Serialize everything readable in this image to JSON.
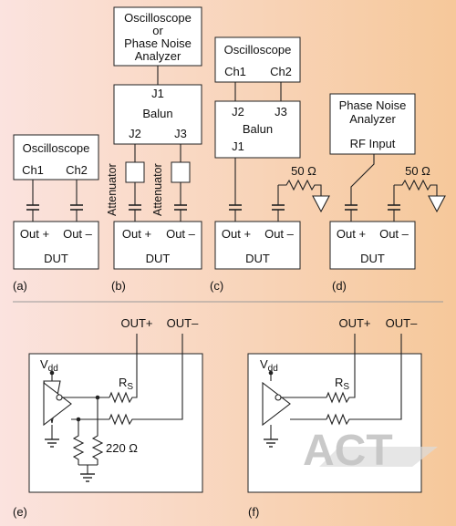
{
  "panels": {
    "a": {
      "label": "(a)",
      "instrument": "Oscilloscope",
      "ch1": "Ch1",
      "ch2": "Ch2",
      "out_pos": "Out +",
      "out_neg": "Out –",
      "dut": "DUT"
    },
    "b": {
      "label": "(b)",
      "instrument_line1": "Oscilloscope",
      "instrument_line2": "or",
      "instrument_line3": "Phase Noise",
      "instrument_line4": "Analyzer",
      "j1": "J1",
      "balun": "Balun",
      "j2": "J2",
      "j3": "J3",
      "attenuator": "Attenuator",
      "out_pos": "Out +",
      "out_neg": "Out –",
      "dut": "DUT"
    },
    "c": {
      "label": "(c)",
      "instrument": "Oscilloscope",
      "ch1": "Ch1",
      "ch2": "Ch2",
      "j2": "J2",
      "j3": "J3",
      "balun": "Balun",
      "j1": "J1",
      "termination": "50 Ω",
      "out_pos": "Out +",
      "out_neg": "Out –",
      "dut": "DUT"
    },
    "d": {
      "label": "(d)",
      "instrument_line1": "Phase Noise",
      "instrument_line2": "Analyzer",
      "rf_input": "RF Input",
      "termination": "50 Ω",
      "out_pos": "Out +",
      "out_neg": "Out –",
      "dut": "DUT"
    },
    "e": {
      "label": "(e)",
      "out_pos": "OUT+",
      "out_neg": "OUT–",
      "vdd_main": "V",
      "vdd_sub": "dd",
      "rs_main": "R",
      "rs_sub": "S",
      "resistor": "220 Ω"
    },
    "f": {
      "label": "(f)",
      "out_pos": "OUT+",
      "out_neg": "OUT–",
      "vdd_main": "V",
      "vdd_sub": "dd",
      "rs_main": "R",
      "rs_sub": "S"
    }
  },
  "watermark": "ACT",
  "colors": {
    "background_left": "#fbe3df",
    "background_right": "#f6c89a",
    "box": "#ffffff",
    "line": "#222222",
    "watermark": "#c4c4c4"
  }
}
